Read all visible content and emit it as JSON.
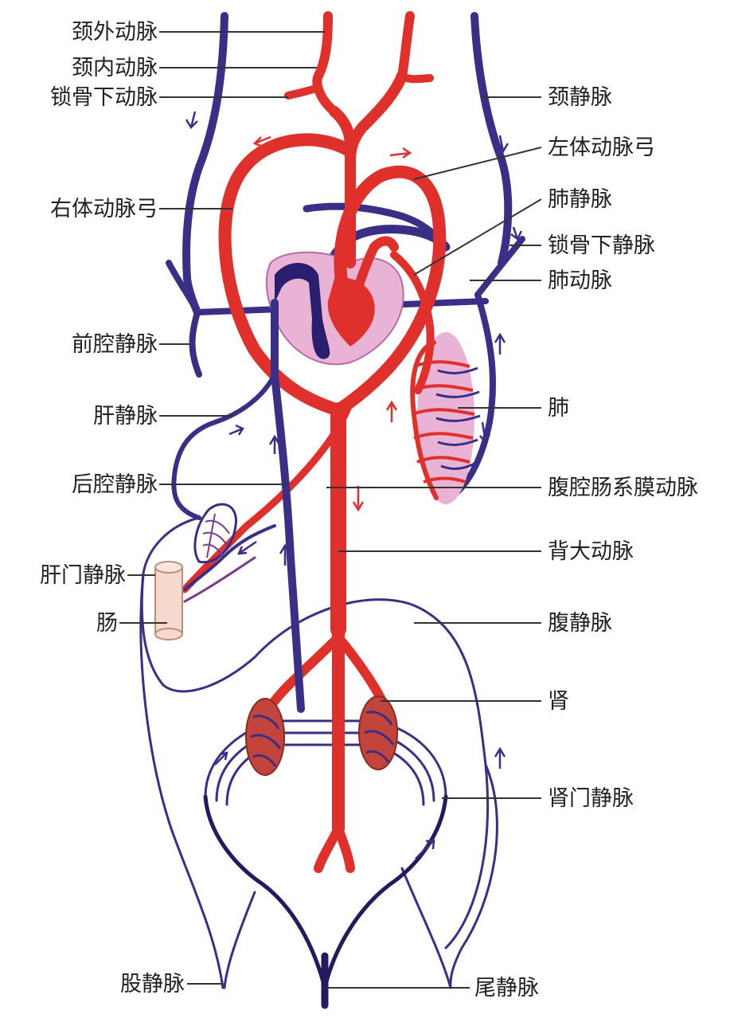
{
  "colors": {
    "artery": "#e0302c",
    "artery_dark": "#b81f1c",
    "vein": "#3a2f86",
    "vein_dark": "#241a5e",
    "pink": "#e9b3d6",
    "intestine": "#f6d8cc",
    "text": "#222222"
  },
  "labels": {
    "external_carotid": "颈外动脉",
    "internal_carotid": "颈内动脉",
    "subclavian_artery": "锁骨下动脉",
    "jugular_vein": "颈静脉",
    "left_systemic_arch": "左体动脉弓",
    "right_systemic_arch": "右体动脉弓",
    "pulmonary_vein": "肺静脉",
    "subclavian_vein": "锁骨下静脉",
    "pulmonary_artery": "肺动脉",
    "anterior_vena_cava": "前腔静脉",
    "lung": "肺",
    "hepatic_vein": "肝静脉",
    "posterior_vena_cava": "后腔静脉",
    "coeliacomesenteric_artery": "腹腔肠系膜动脉",
    "dorsal_aorta": "背大动脉",
    "hepatic_portal_vein": "肝门静脉",
    "intestine": "肠",
    "abdominal_vein": "腹静脉",
    "kidney": "肾",
    "renal_portal_vein": "肾门静脉",
    "femoral_vein": "股静脉",
    "caudal_vein": "尾静脉"
  },
  "icons": {
    "heart": "heart-icon",
    "lung": "lung-icon",
    "liver": "liver-icon",
    "intestine": "intestine-icon",
    "kidney_left": "kidney-icon",
    "kidney_right": "kidney-icon"
  }
}
